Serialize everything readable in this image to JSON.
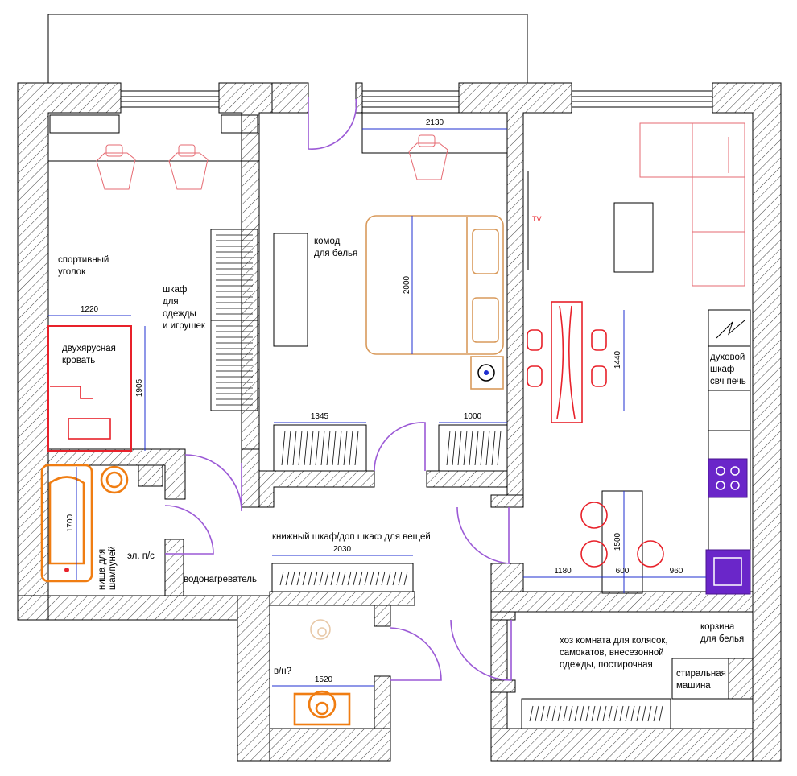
{
  "labels": {
    "sport_corner": [
      "спортивный",
      "уголок"
    ],
    "bunk_bed": [
      "двухярусная",
      "кровать"
    ],
    "wardrobe": [
      "шкаф",
      "для",
      "одежды",
      "и игрушек"
    ],
    "dresser": [
      "комод",
      "для белья"
    ],
    "tv": "TV",
    "oven": [
      "духовой",
      "шкаф",
      "свч печь"
    ],
    "shampoo_niche": [
      "ниша для",
      "шампуней"
    ],
    "electric_panel": "эл. п/с",
    "water_heater": "водонагреватель",
    "bookcase": "книжный шкаф/доп шкаф для вещей",
    "wc_question": "в/н?",
    "storage": [
      "хоз комната для колясок,",
      "самокатов, внесезонной",
      "одежды, постирочная"
    ],
    "laundry_basket": [
      "корзина",
      "для белья"
    ],
    "washing_machine": [
      "стиральная",
      "машина"
    ]
  },
  "dimensions": {
    "bedroom_width": "2130",
    "bed_length": "2000",
    "kids_bed_width": "1220",
    "kids_bed_length": "1905",
    "wardrobe_1345": "1345",
    "wardrobe_1000": "1000",
    "table_1440": "1440",
    "bath_1700": "1700",
    "bookcase_2030": "2030",
    "wc_1520": "1520",
    "kitchen_1180": "1180",
    "kitchen_600": "600",
    "kitchen_960": "960",
    "bar_1500": "1500"
  },
  "colors": {
    "walls": "#000000",
    "doors": "#9b59d6",
    "dimensions": "#1f2fd0",
    "furniture_red": "#e8212a",
    "bed_tan": "#d99a5b",
    "plumbing_orange": "#f07d12",
    "appliance_purple": "#6a26c9"
  }
}
